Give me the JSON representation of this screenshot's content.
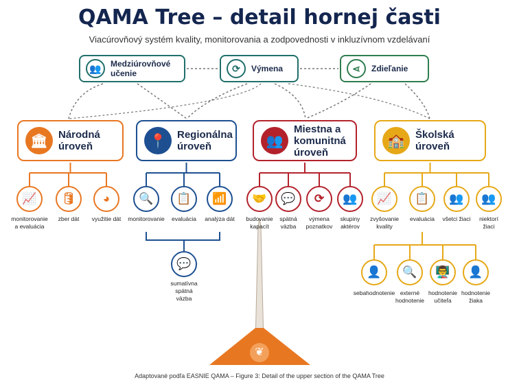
{
  "title": "QAMA Tree – detail hornej časti",
  "subtitle": "Viacúrovňový systém kvality, monitorovania a zodpovednosti v inkluzívnom vzdelávaní",
  "top": [
    {
      "label": "Medziúrovňové učenie",
      "icon": "people-network-icon",
      "glyph": "👥",
      "color": "#1f6f6a"
    },
    {
      "label": "Výmena",
      "icon": "refresh-icon",
      "glyph": "⟳",
      "color": "#1f6f6a"
    },
    {
      "label": "Zdieľanie",
      "icon": "share-icon",
      "glyph": "⋖",
      "color": "#2e7d4f"
    }
  ],
  "levels": [
    {
      "label": "Národná úroveň",
      "icon": "institution-icon",
      "glyph": "🏛",
      "color": "#e87722",
      "children": [
        {
          "label": "monitorovanie a evaluácia",
          "icon": "chart-icon",
          "glyph": "📈"
        },
        {
          "label": "zber dát",
          "icon": "database-icon",
          "glyph": "🛢"
        },
        {
          "label": "využitie dát",
          "icon": "pie-chart-icon",
          "glyph": "◕"
        }
      ]
    },
    {
      "label": "Regionálna úroveň",
      "icon": "map-pin-icon",
      "glyph": "📍",
      "color": "#1d4f91",
      "children": [
        {
          "label": "monitorovanie",
          "icon": "magnifier-chart-icon",
          "glyph": "🔍"
        },
        {
          "label": "evaluácia",
          "icon": "clipboard-icon",
          "glyph": "📋"
        },
        {
          "label": "analýza dát",
          "icon": "bar-chart-icon",
          "glyph": "📶"
        }
      ],
      "sub": {
        "label": "sumatívna spätná väzba",
        "icon": "chat-icon",
        "glyph": "💬"
      }
    },
    {
      "label": "Miestna a komunitná úroveň",
      "icon": "community-icon",
      "glyph": "👥",
      "color": "#b3222b",
      "children": [
        {
          "label": "budovanie kapacít",
          "icon": "handshake-icon",
          "glyph": "🤝"
        },
        {
          "label": "spätná väzba",
          "icon": "speech-bubble-icon",
          "glyph": "💬"
        },
        {
          "label": "výmena poznatkov",
          "icon": "refresh-icon",
          "glyph": "⟳"
        },
        {
          "label": "skupiny aktérov",
          "icon": "group-icon",
          "glyph": "👥"
        }
      ]
    },
    {
      "label": "Školská úroveň",
      "icon": "school-icon",
      "glyph": "🏫",
      "color": "#e6a817",
      "children": [
        {
          "label": "zvyšovanie kvality",
          "icon": "growth-chart-icon",
          "glyph": "📈"
        },
        {
          "label": "evaluácia",
          "icon": "clipboard-icon",
          "glyph": "📋"
        },
        {
          "label": "všetci žiaci",
          "icon": "students-icon",
          "glyph": "👥"
        },
        {
          "label": "niektorí žiaci",
          "icon": "two-students-icon",
          "glyph": "👥"
        }
      ],
      "sub": [
        {
          "label": "sebahodnotenie",
          "icon": "person-icon",
          "glyph": "👤",
          "color": "#1d4f91"
        },
        {
          "label": "externé hodnotenie",
          "icon": "search-icon",
          "glyph": "🔍",
          "color": "#1d4f91"
        },
        {
          "label": "hodnotenie učiteľa",
          "icon": "teacher-icon",
          "glyph": "👨‍🏫",
          "color": "#2e6b2e"
        },
        {
          "label": "hodnotenie žiaka",
          "icon": "student-icon",
          "glyph": "👤",
          "color": "#2e6b2e"
        }
      ]
    }
  ],
  "caption": "Adaptované podľa EASNIE QAMA – Figure 3: Detail of the upper section of the QAMA Tree"
}
